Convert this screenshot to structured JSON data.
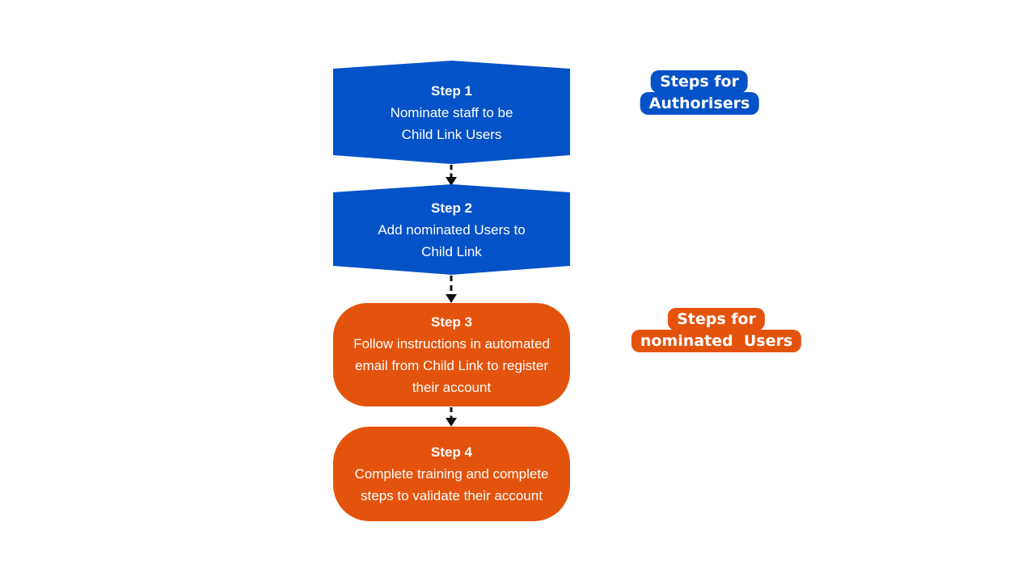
{
  "colors": {
    "blue": "#0452C8",
    "orange": "#E4530C",
    "arrow": "#111111",
    "text_on_fill": "#FFFFFF",
    "background": "#FFFFFF"
  },
  "flow": {
    "steps": [
      {
        "title": "Step 1",
        "body": "Nominate staff to be\nChild Link Users",
        "shape": "banner-hexagon",
        "color_role": "blue"
      },
      {
        "title": "Step 2",
        "body": "Add nominated Users to\nChild Link",
        "shape": "banner-hexagon",
        "color_role": "blue"
      },
      {
        "title": "Step 3",
        "body": "Follow instructions in automated\nemail from Child Link to register\ntheir account",
        "shape": "rounded-rectangle",
        "color_role": "orange"
      },
      {
        "title": "Step 4",
        "body": "Complete training and complete\nsteps to validate their account",
        "shape": "rounded-rectangle",
        "color_role": "orange"
      }
    ],
    "labels": [
      {
        "line1": "Steps for",
        "line2": "Authorisers",
        "color_role": "blue"
      },
      {
        "line1": "Steps for",
        "line2": "nominated  Users",
        "color_role": "orange"
      }
    ]
  }
}
